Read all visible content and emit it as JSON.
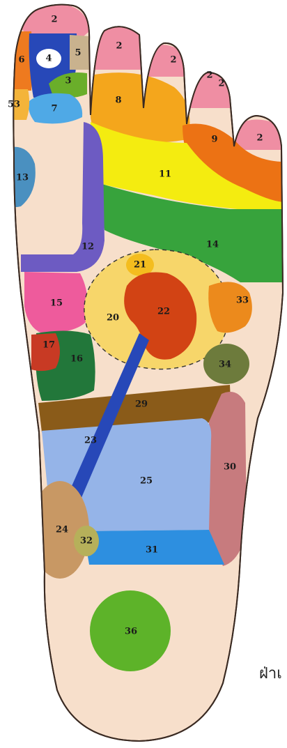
{
  "caption": "ฝ่าเ",
  "zones": {
    "z2a": "2",
    "z2b": "2",
    "z2c": "2",
    "z2d": "2",
    "z2e": "2",
    "z2f": "2",
    "z3": "3",
    "z4": "4",
    "z5": "5",
    "z6": "6",
    "z7": "7",
    "z8": "8",
    "z9": "9",
    "z11": "11",
    "z12": "12",
    "z13": "13",
    "z14": "14",
    "z15": "15",
    "z16": "16",
    "z17": "17",
    "z20": "20",
    "z21": "21",
    "z22": "22",
    "z23": "23",
    "z24": "24",
    "z25": "25",
    "z29": "29",
    "z30": "30",
    "z31": "31",
    "z32": "32",
    "z33": "33",
    "z34": "34",
    "z36": "36",
    "z53": "53"
  }
}
